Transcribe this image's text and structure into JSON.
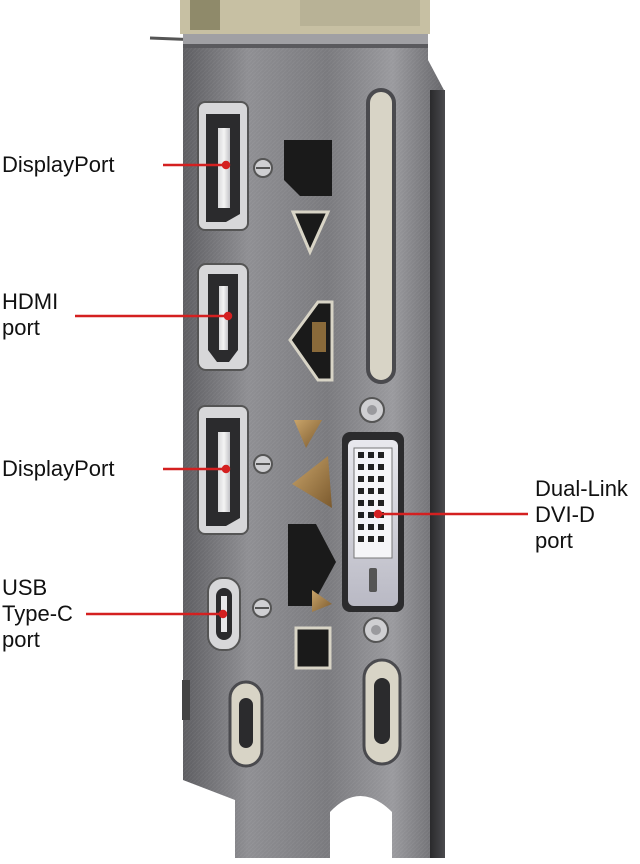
{
  "diagram": {
    "callouts": [
      {
        "id": "displayport-top",
        "label": "DisplayPort"
      },
      {
        "id": "hdmi",
        "label": "HDMI\nport"
      },
      {
        "id": "displayport-bottom",
        "label": "DisplayPort"
      },
      {
        "id": "usb-c",
        "label": "USB\nType-C\nport"
      },
      {
        "id": "dvi-d",
        "label": "Dual-Link\nDVI-D\nport"
      }
    ],
    "colors": {
      "leader_line": "#d42020",
      "bracket_metal": "#8a8a8e",
      "label_text": "#111111"
    }
  }
}
